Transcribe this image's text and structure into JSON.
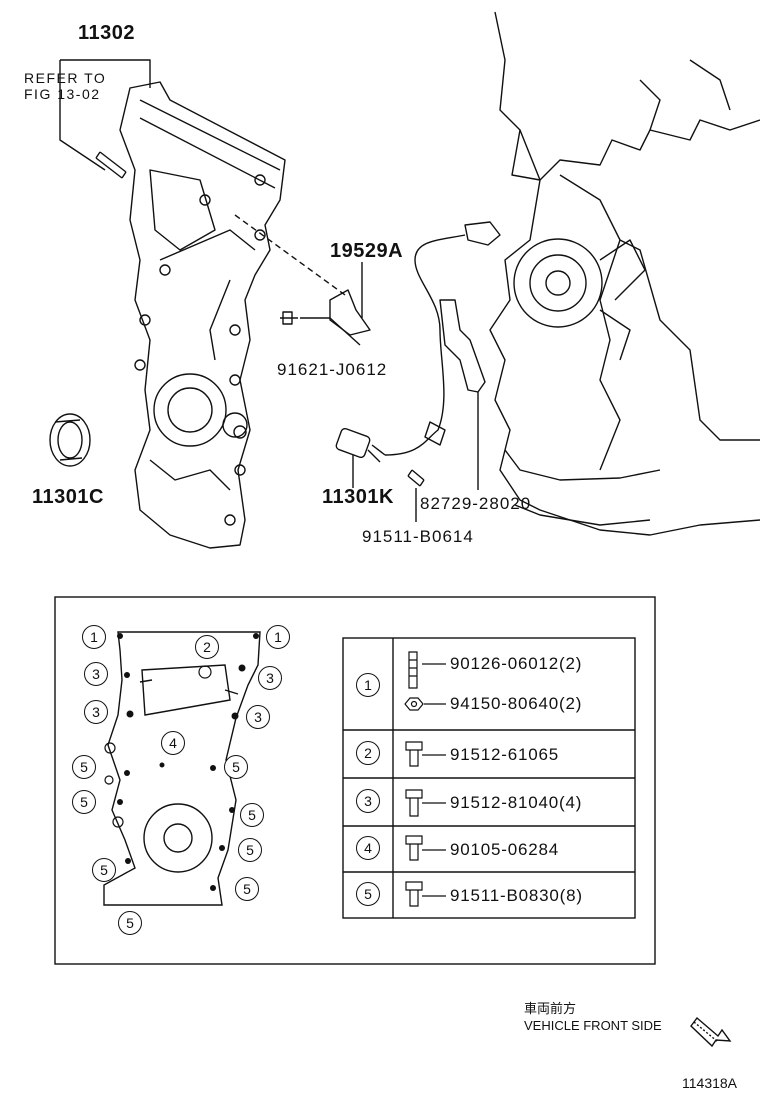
{
  "parts": {
    "cover": "11302",
    "refer_line1": "REFER TO",
    "refer_line2": "FIG 13-02",
    "bracket": "19529A",
    "bracket_bolt": "91621-J0612",
    "oil_seal": "11301C",
    "sensor": "11301K",
    "clamp": "82729-28020",
    "sensor_bolt": "91511-B0614"
  },
  "legend": {
    "rows": [
      {
        "num": "1",
        "parts": [
          "90126-06012(2)",
          "94150-80640(2)"
        ]
      },
      {
        "num": "2",
        "parts": [
          "91512-61065"
        ]
      },
      {
        "num": "3",
        "parts": [
          "91512-81040(4)"
        ]
      },
      {
        "num": "4",
        "parts": [
          "90105-06284"
        ]
      },
      {
        "num": "5",
        "parts": [
          "91511-B0830(8)"
        ]
      }
    ]
  },
  "gasket_markers": [
    "1",
    "1",
    "2",
    "3",
    "3",
    "3",
    "3",
    "4",
    "5",
    "5",
    "5",
    "5",
    "5",
    "5",
    "5",
    "5"
  ],
  "direction": {
    "jp": "車両前方",
    "en": "VEHICLE FRONT SIDE"
  },
  "figure_id": "114318A"
}
